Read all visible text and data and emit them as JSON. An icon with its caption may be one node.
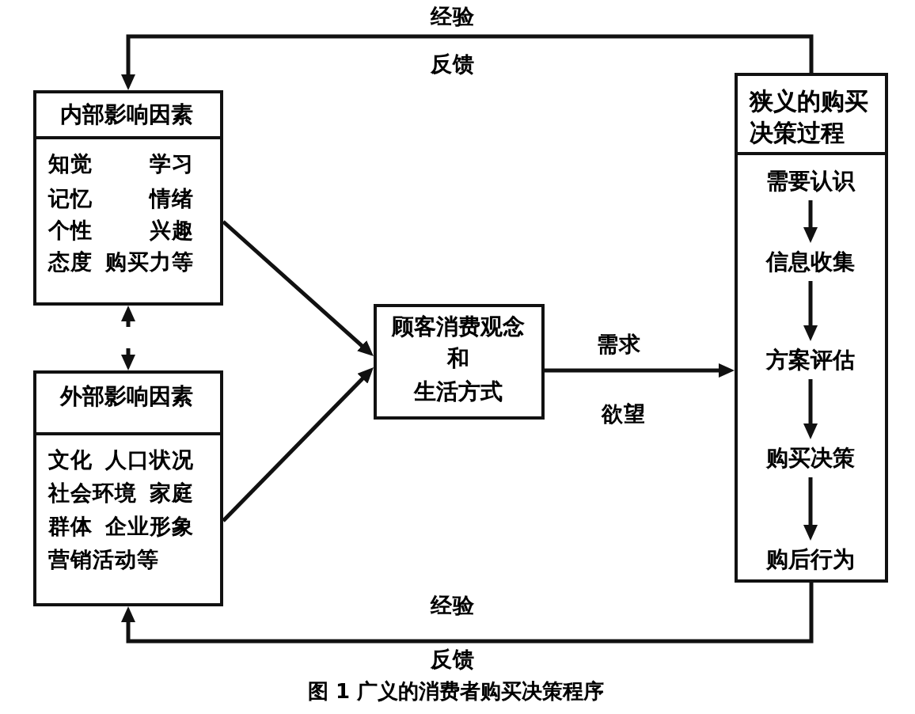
{
  "diagram": {
    "caption": "图 1 广义的消费者购买决策程序",
    "nodes": [
      {
        "text": [
          "内部影响因素",
          "知觉",
          "学习",
          "记忆",
          "情绪",
          "个性",
          "兴趣",
          "态度",
          "购买力等"
        ]
      },
      {
        "text": [
          "外部影响因素",
          "文化",
          "人口状况",
          "社会环境",
          "家庭",
          "群体",
          "企业形象",
          "营销活动等"
        ]
      },
      {
        "text": [
          "顾客消费观念",
          "和",
          "生活方式"
        ]
      },
      {
        "text": [
          "狭义的购买决策过程"
        ]
      },
      {
        "text": [
          "需要认识"
        ],
        "in": 3
      },
      {
        "text": [
          "信息收集"
        ],
        "in": 3
      },
      {
        "text": [
          "方案评估"
        ],
        "in": 3
      },
      {
        "text": [
          "购买决策"
        ],
        "in": 3
      },
      {
        "text": [
          "购后行为"
        ],
        "in": 3
      }
    ],
    "edges": [
      {
        "from": 3,
        "to": 0,
        "arrow": "to"
      },
      {
        "from": 0,
        "to": 1,
        "arrow": "both",
        "style": "dashed"
      },
      {
        "from": 0,
        "to": 2,
        "arrow": "to"
      },
      {
        "from": 1,
        "to": 2,
        "arrow": "to"
      },
      {
        "from": 2,
        "to": 3,
        "arrow": "to"
      },
      {
        "from": 4,
        "to": 5,
        "arrow": "to"
      },
      {
        "from": 5,
        "to": 6,
        "arrow": "to"
      },
      {
        "from": 6,
        "to": 7,
        "arrow": "to"
      },
      {
        "from": 7,
        "to": 8,
        "arrow": "to"
      },
      {
        "from": 3,
        "to": 1,
        "arrow": "to"
      }
    ],
    "labels": [
      "经验",
      "反馈",
      "需求",
      "欲望",
      "经验",
      "反馈"
    ]
  }
}
